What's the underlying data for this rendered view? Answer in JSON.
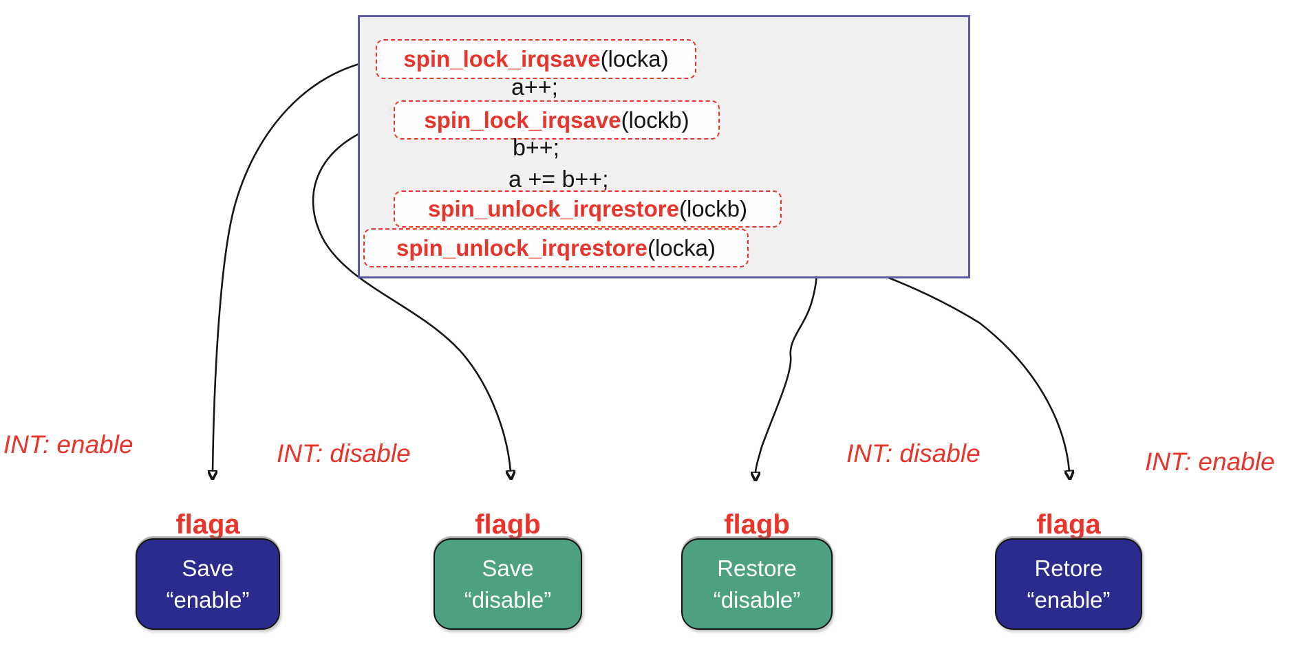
{
  "colors": {
    "red": "#e8352c",
    "navy": "#2b2b8d",
    "green": "#4da080",
    "arrow": "#161616",
    "code_box_bg": "#f0f0ee",
    "code_box_border": "#5c5ca4"
  },
  "code_box": {
    "lines": [
      {
        "type": "call",
        "fn": "spin_lock_irqsave",
        "arg": "(locka)"
      },
      {
        "type": "plain",
        "text": "a++;"
      },
      {
        "type": "call",
        "fn": "spin_lock_irqsave",
        "arg": "(lockb)"
      },
      {
        "type": "plain",
        "text": "b++;"
      },
      {
        "type": "plain",
        "text": "a += b++;"
      },
      {
        "type": "call",
        "fn": "spin_unlock_irqrestore",
        "arg": "(lockb)"
      },
      {
        "type": "call",
        "fn": "spin_unlock_irqrestore",
        "arg": "(locka)"
      }
    ]
  },
  "int_labels": [
    {
      "text": "INT: enable"
    },
    {
      "text": "INT: disable"
    },
    {
      "text": "INT: disable"
    },
    {
      "text": "INT: enable"
    }
  ],
  "flag_labels": [
    {
      "text": "flaga"
    },
    {
      "text": "flagb"
    },
    {
      "text": "flagb"
    },
    {
      "text": "flaga"
    }
  ],
  "state_boxes": [
    {
      "action": "Save",
      "value": "“enable”",
      "color": "navy"
    },
    {
      "action": "Save",
      "value": "“disable”",
      "color": "green"
    },
    {
      "action": "Restore",
      "value": "“disable”",
      "color": "green"
    },
    {
      "action": "Retore",
      "value": "“enable”",
      "color": "navy"
    }
  ]
}
